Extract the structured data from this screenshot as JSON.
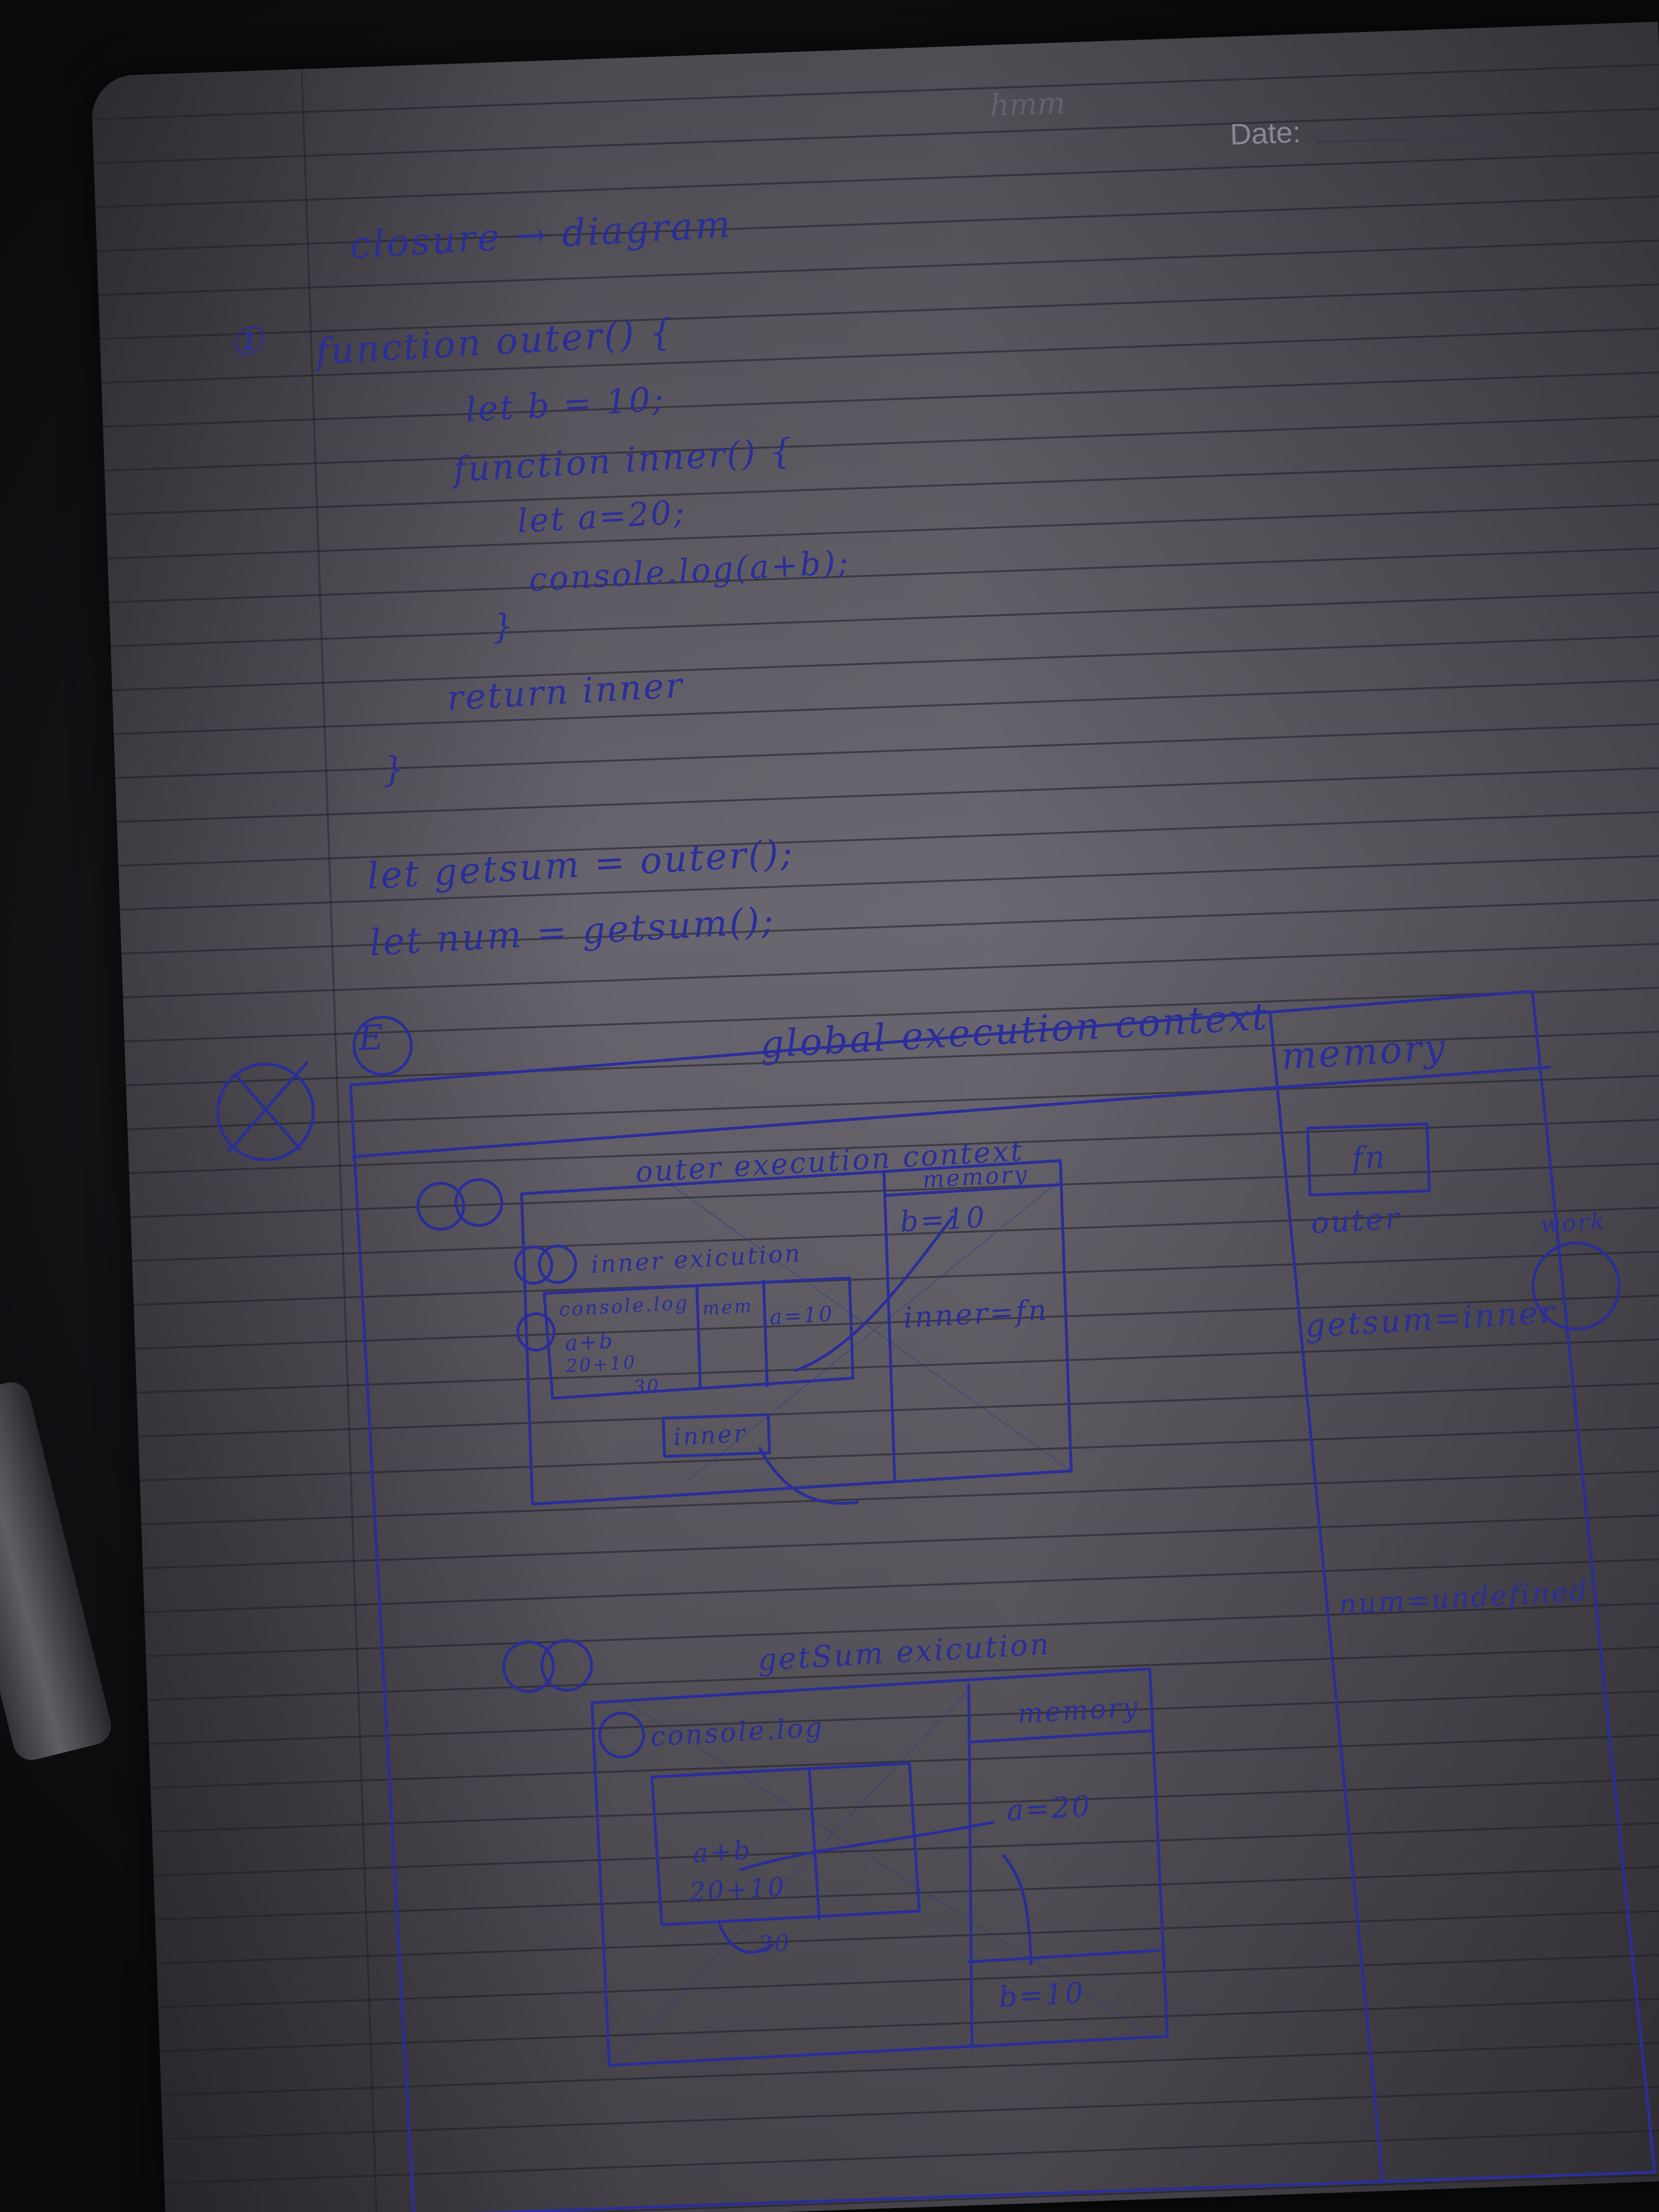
{
  "notebook": {
    "header_faint": "hmm",
    "date_label": "Date:",
    "date_separator": "/"
  },
  "notes": {
    "title": "closure → diagram",
    "item_marker_1": "①",
    "item_marker_2": "E",
    "code": [
      "function outer() {",
      "let b = 10;",
      "function inner() {",
      "let a=20;",
      "console.log(a+b);",
      "}",
      "return inner",
      "}"
    ],
    "calls": [
      "let getsum = outer();",
      "let num = getsum();"
    ]
  },
  "diagram": {
    "global_title": "global execution context",
    "global_memory_title": "memory",
    "global_fn_box": "fn",
    "global_fn_label": "outer",
    "global_getsum": "getsum=inner",
    "global_num": "num=undefined",
    "global_side_note": "work",
    "outer_title": "outer execution context",
    "outer_memory_title": "memory",
    "outer_memory_b": "b=10",
    "outer_memory_inner": "inner=fn",
    "inner_title": "inner exicution",
    "inner_console": "console.log",
    "inner_mem": "mem",
    "inner_a": "a=10",
    "inner_expr": "a+b",
    "inner_sum": "20+10",
    "inner_result": "30",
    "outer_return_box": "inner",
    "getsum_title": "getSum exicution",
    "getsum_memory_title": "memory",
    "getsum_console": "console.log",
    "getsum_expr": "a+b",
    "getsum_sum": "20+10",
    "getsum_result": "30",
    "getsum_a": "a=20",
    "getsum_b": "b=10"
  }
}
